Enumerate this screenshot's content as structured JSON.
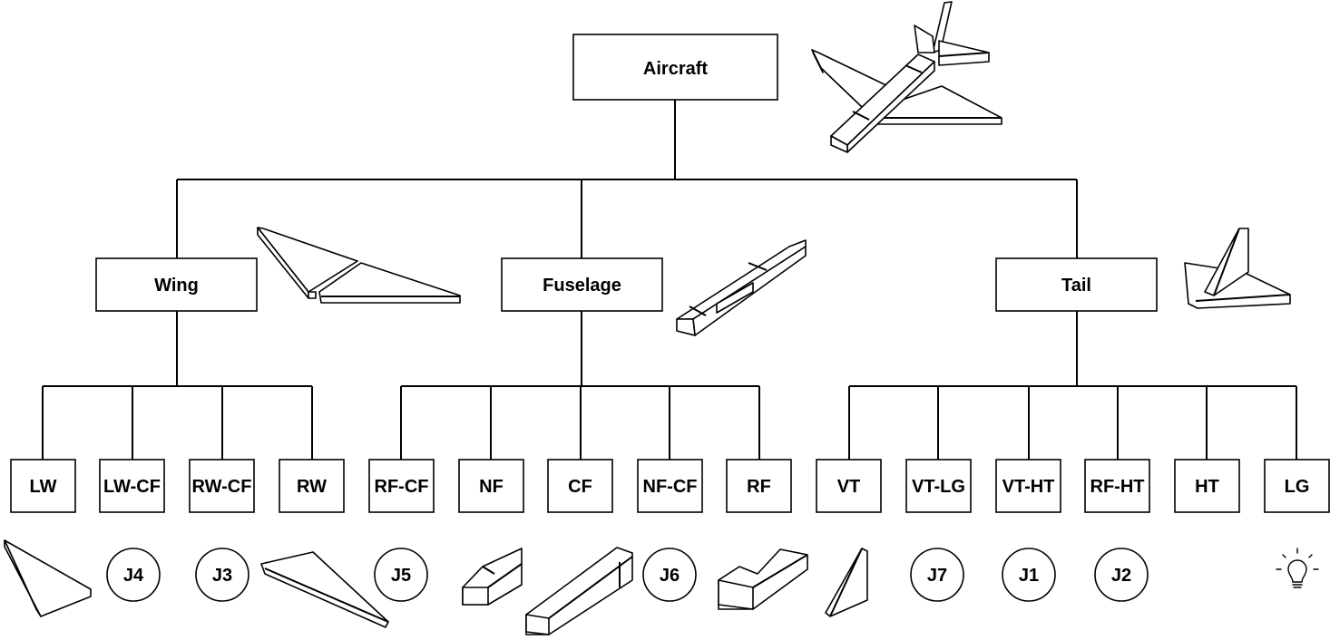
{
  "nodes": {
    "aircraft": "Aircraft",
    "wing": "Wing",
    "fuselage": "Fuselage",
    "tail": "Tail",
    "lw": "LW",
    "lw_cf": "LW-CF",
    "rw_cf": "RW-CF",
    "rw": "RW",
    "rf_cf": "RF-CF",
    "nf": "NF",
    "cf": "CF",
    "nf_cf": "NF-CF",
    "rf": "RF",
    "vt": "VT",
    "vt_lg": "VT-LG",
    "vt_ht": "VT-HT",
    "rf_ht": "RF-HT",
    "ht": "HT",
    "lg": "LG"
  },
  "joints": {
    "j4": "J4",
    "j3": "J3",
    "j5": "J5",
    "j6": "J6",
    "j7": "J7",
    "j1": "J1",
    "j2": "J2"
  },
  "icons": [
    "aircraft-icon",
    "wing-icon",
    "fuselage-icon",
    "tail-icon",
    "lightbulb-icon"
  ]
}
